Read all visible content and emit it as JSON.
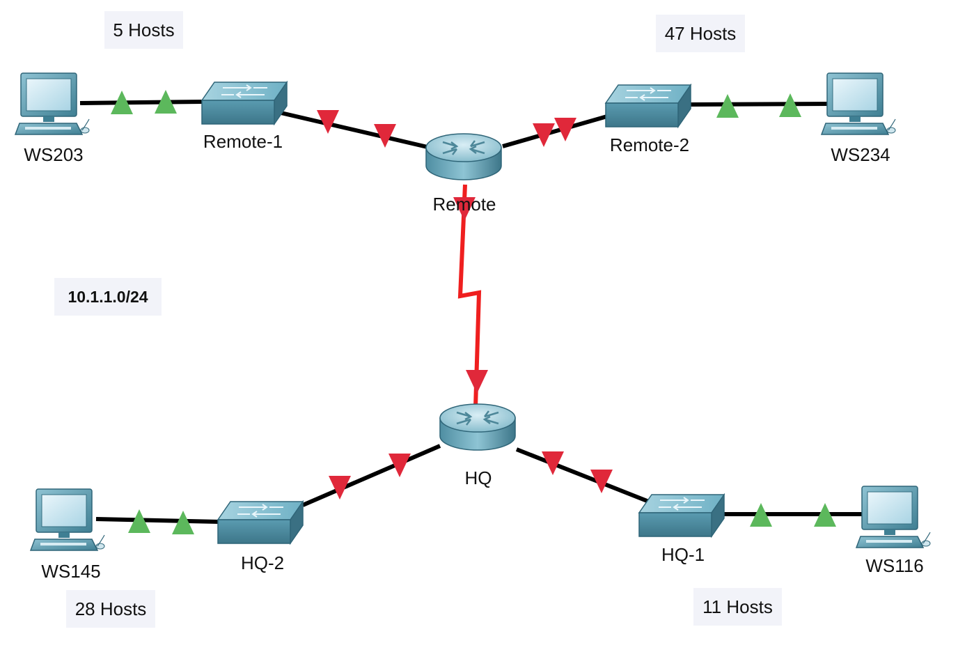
{
  "colors": {
    "ethernet_link": "#000000",
    "serial_link": "#ef1f1f",
    "link_up": "#5cb85c",
    "link_down": "#e0283a",
    "device_body": "#5a9bb0",
    "note_background": "#f2f3f9"
  },
  "notes": {
    "remote1_hosts": "5 Hosts",
    "remote2_hosts": "47 Hosts",
    "hq2_hosts": "28 Hosts",
    "hq1_hosts": "11 Hosts",
    "network": "10.1.1.0/24"
  },
  "devices": {
    "ws203": {
      "label": "WS203",
      "type": "pc",
      "icon": "pc-icon"
    },
    "ws234": {
      "label": "WS234",
      "type": "pc",
      "icon": "pc-icon"
    },
    "ws145": {
      "label": "WS145",
      "type": "pc",
      "icon": "pc-icon"
    },
    "ws116": {
      "label": "WS116",
      "type": "pc",
      "icon": "pc-icon"
    },
    "remote1": {
      "label": "Remote-1",
      "type": "switch",
      "icon": "switch-icon"
    },
    "remote2": {
      "label": "Remote-2",
      "type": "switch",
      "icon": "switch-icon"
    },
    "hq1": {
      "label": "HQ-1",
      "type": "switch",
      "icon": "switch-icon"
    },
    "hq2": {
      "label": "HQ-2",
      "type": "switch",
      "icon": "switch-icon"
    },
    "remote": {
      "label": "Remote",
      "type": "router",
      "icon": "router-icon"
    },
    "hq": {
      "label": "HQ",
      "type": "router",
      "icon": "router-icon"
    }
  },
  "links": [
    {
      "from": "WS203",
      "to": "Remote-1",
      "medium": "ethernet",
      "status": "up"
    },
    {
      "from": "Remote-1",
      "to": "Remote",
      "medium": "ethernet",
      "status": "down"
    },
    {
      "from": "Remote",
      "to": "Remote-2",
      "medium": "ethernet",
      "status": "down"
    },
    {
      "from": "Remote-2",
      "to": "WS234",
      "medium": "ethernet",
      "status": "up"
    },
    {
      "from": "Remote",
      "to": "HQ",
      "medium": "serial",
      "status": "down"
    },
    {
      "from": "HQ",
      "to": "HQ-2",
      "medium": "ethernet",
      "status": "down"
    },
    {
      "from": "HQ-2",
      "to": "WS145",
      "medium": "ethernet",
      "status": "up"
    },
    {
      "from": "HQ",
      "to": "HQ-1",
      "medium": "ethernet",
      "status": "down"
    },
    {
      "from": "HQ-1",
      "to": "WS116",
      "medium": "ethernet",
      "status": "up"
    }
  ]
}
